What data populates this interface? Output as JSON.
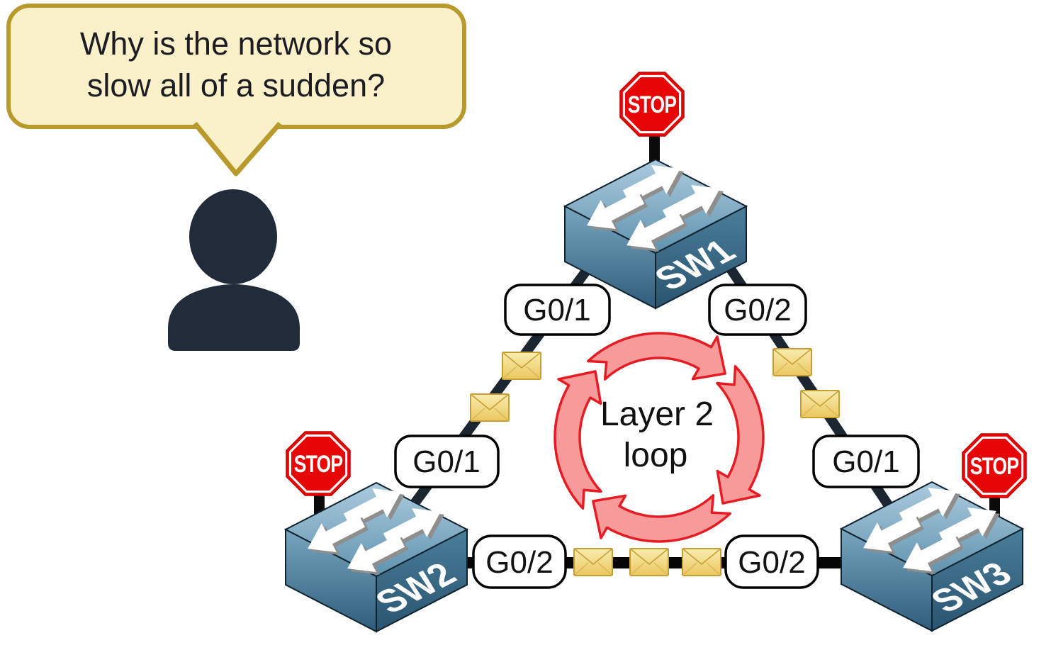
{
  "speech_bubble": {
    "line1": "Why is the network so",
    "line2": "slow all of a sudden?"
  },
  "loop": {
    "line1": "Layer 2",
    "line2": "loop"
  },
  "switches": [
    {
      "name": "SW1",
      "stop_sign": "STOP"
    },
    {
      "name": "SW2",
      "stop_sign": "STOP"
    },
    {
      "name": "SW3",
      "stop_sign": "STOP"
    }
  ],
  "links": [
    {
      "from": "SW1",
      "to": "SW2",
      "from_port": "G0/1",
      "to_port": "G0/1",
      "frames": 2
    },
    {
      "from": "SW1",
      "to": "SW3",
      "from_port": "G0/2",
      "to_port": "G0/1",
      "frames": 2
    },
    {
      "from": "SW2",
      "to": "SW3",
      "from_port": "G0/2",
      "to_port": "G0/2",
      "frames": 3
    }
  ],
  "icons": {
    "person": "person-silhouette-icon",
    "stop_sign": "stop-sign-icon",
    "switch": "network-switch-icon",
    "frame": "envelope-frame-icon",
    "loop": "circular-arrows-loop-icon"
  },
  "colors": {
    "bubble_fill": "#FAF0CA",
    "bubble_border": "#B7992C",
    "person": "#212B39",
    "stop_red": "#E60606",
    "switch_top_blue": "#A9C9DC",
    "switch_dark_blue": "#2A5470",
    "loop_stroke": "#E51C23",
    "loop_fill": "#F79A9A",
    "envelope_fill": "#EFCF6E",
    "envelope_border": "#C79E33",
    "link_dark": "#1B2631",
    "label_border": "#000000"
  }
}
